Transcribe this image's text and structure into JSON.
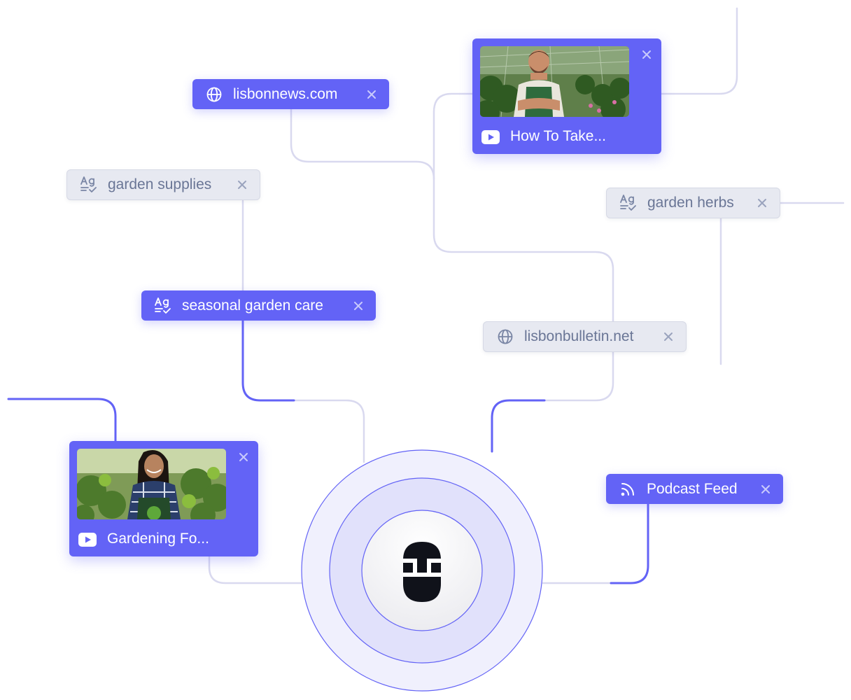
{
  "sources": {
    "websites": [
      {
        "label": "lisbonnews.com",
        "state": "active",
        "icon": "globe-icon"
      },
      {
        "label": "lisbonbulletin.net",
        "state": "inactive",
        "icon": "globe-icon"
      }
    ],
    "keywords": [
      {
        "label": "garden supplies",
        "state": "inactive",
        "icon": "text-spellcheck-icon"
      },
      {
        "label": "garden herbs",
        "state": "inactive",
        "icon": "text-spellcheck-icon"
      },
      {
        "label": "seasonal garden care",
        "state": "active",
        "icon": "text-spellcheck-icon"
      }
    ],
    "videos": [
      {
        "title": "How To Take...",
        "icon": "youtube-icon",
        "thumbnail": "man-in-greenhouse"
      },
      {
        "title": "Gardening Fo...",
        "icon": "youtube-icon",
        "thumbnail": "woman-in-garden"
      }
    ],
    "feeds": [
      {
        "label": "Podcast Feed",
        "state": "active",
        "icon": "rss-icon"
      }
    ]
  },
  "hub": {
    "icon": "microphone-icon"
  },
  "colors": {
    "accent": "#6363f6",
    "chip_inactive_bg": "#e7e9f1",
    "chip_inactive_text": "#6a7696",
    "connector": "#d9d9ef",
    "hub_outer": "#f0f0fd",
    "hub_middle": "#e1e1fb"
  }
}
